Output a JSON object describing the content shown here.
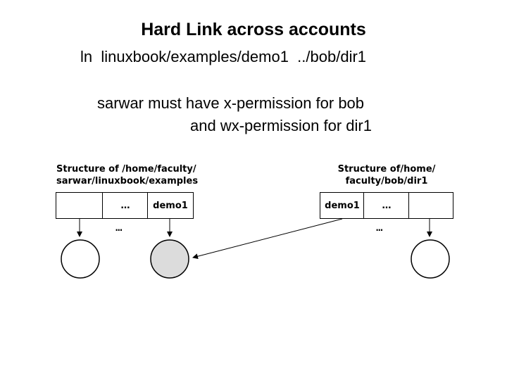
{
  "title": "Hard Link across accounts",
  "command": "ln  linuxbook/examples/demo1  ../bob/dir1",
  "notes": {
    "line1": "sarwar must have x-permission for bob",
    "line2": "and wx-permission for dir1"
  },
  "left_structure": {
    "label_line1": "Structure of /home/faculty/",
    "label_line2": "sarwar/linuxbook/examples",
    "cells": [
      "",
      "…",
      "demo1"
    ],
    "below_dots": "…"
  },
  "right_structure": {
    "label_line1": "Structure of/home/",
    "label_line2": "faculty/bob/dir1",
    "cells": [
      "demo1",
      "…",
      ""
    ],
    "below_dots": "…"
  },
  "colors": {
    "shared_inode_fill": "#dcdcdc",
    "inode_fill": "#ffffff",
    "stroke": "#000000"
  }
}
